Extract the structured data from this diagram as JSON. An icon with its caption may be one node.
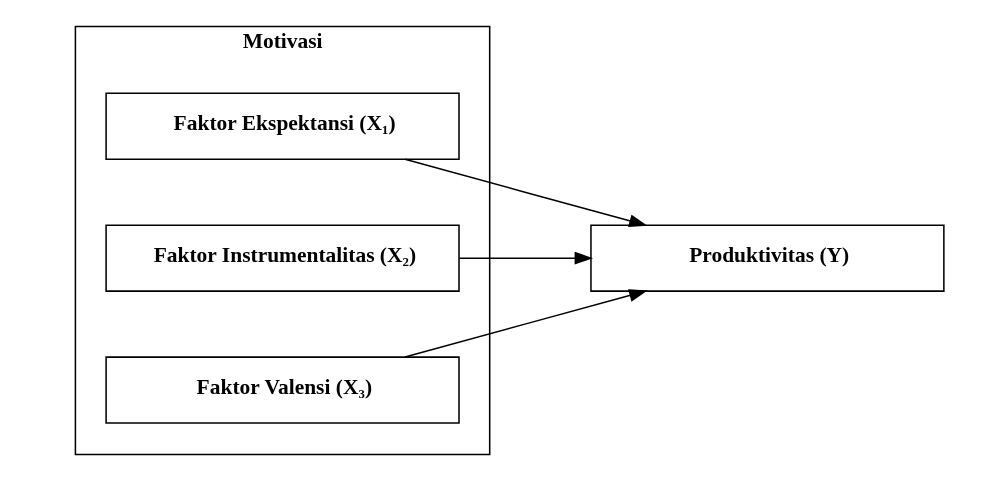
{
  "diagram": {
    "nodes": [
      {
        "text": [
          "Motivasi"
        ]
      },
      {
        "text": [
          "Faktor Ekspektansi (X₁)"
        ],
        "in": 0
      },
      {
        "text": [
          "Faktor Instrumentalitas (X₂)"
        ],
        "in": 0
      },
      {
        "text": [
          "Faktor Valensi (X₃)"
        ],
        "in": 0
      },
      {
        "text": [
          "Produktivitas (Y)"
        ]
      }
    ],
    "edges": [
      {
        "from": 1,
        "to": 4,
        "arrow": "to"
      },
      {
        "from": 2,
        "to": 4,
        "arrow": "to"
      },
      {
        "from": 3,
        "to": 4,
        "arrow": "to"
      }
    ]
  }
}
